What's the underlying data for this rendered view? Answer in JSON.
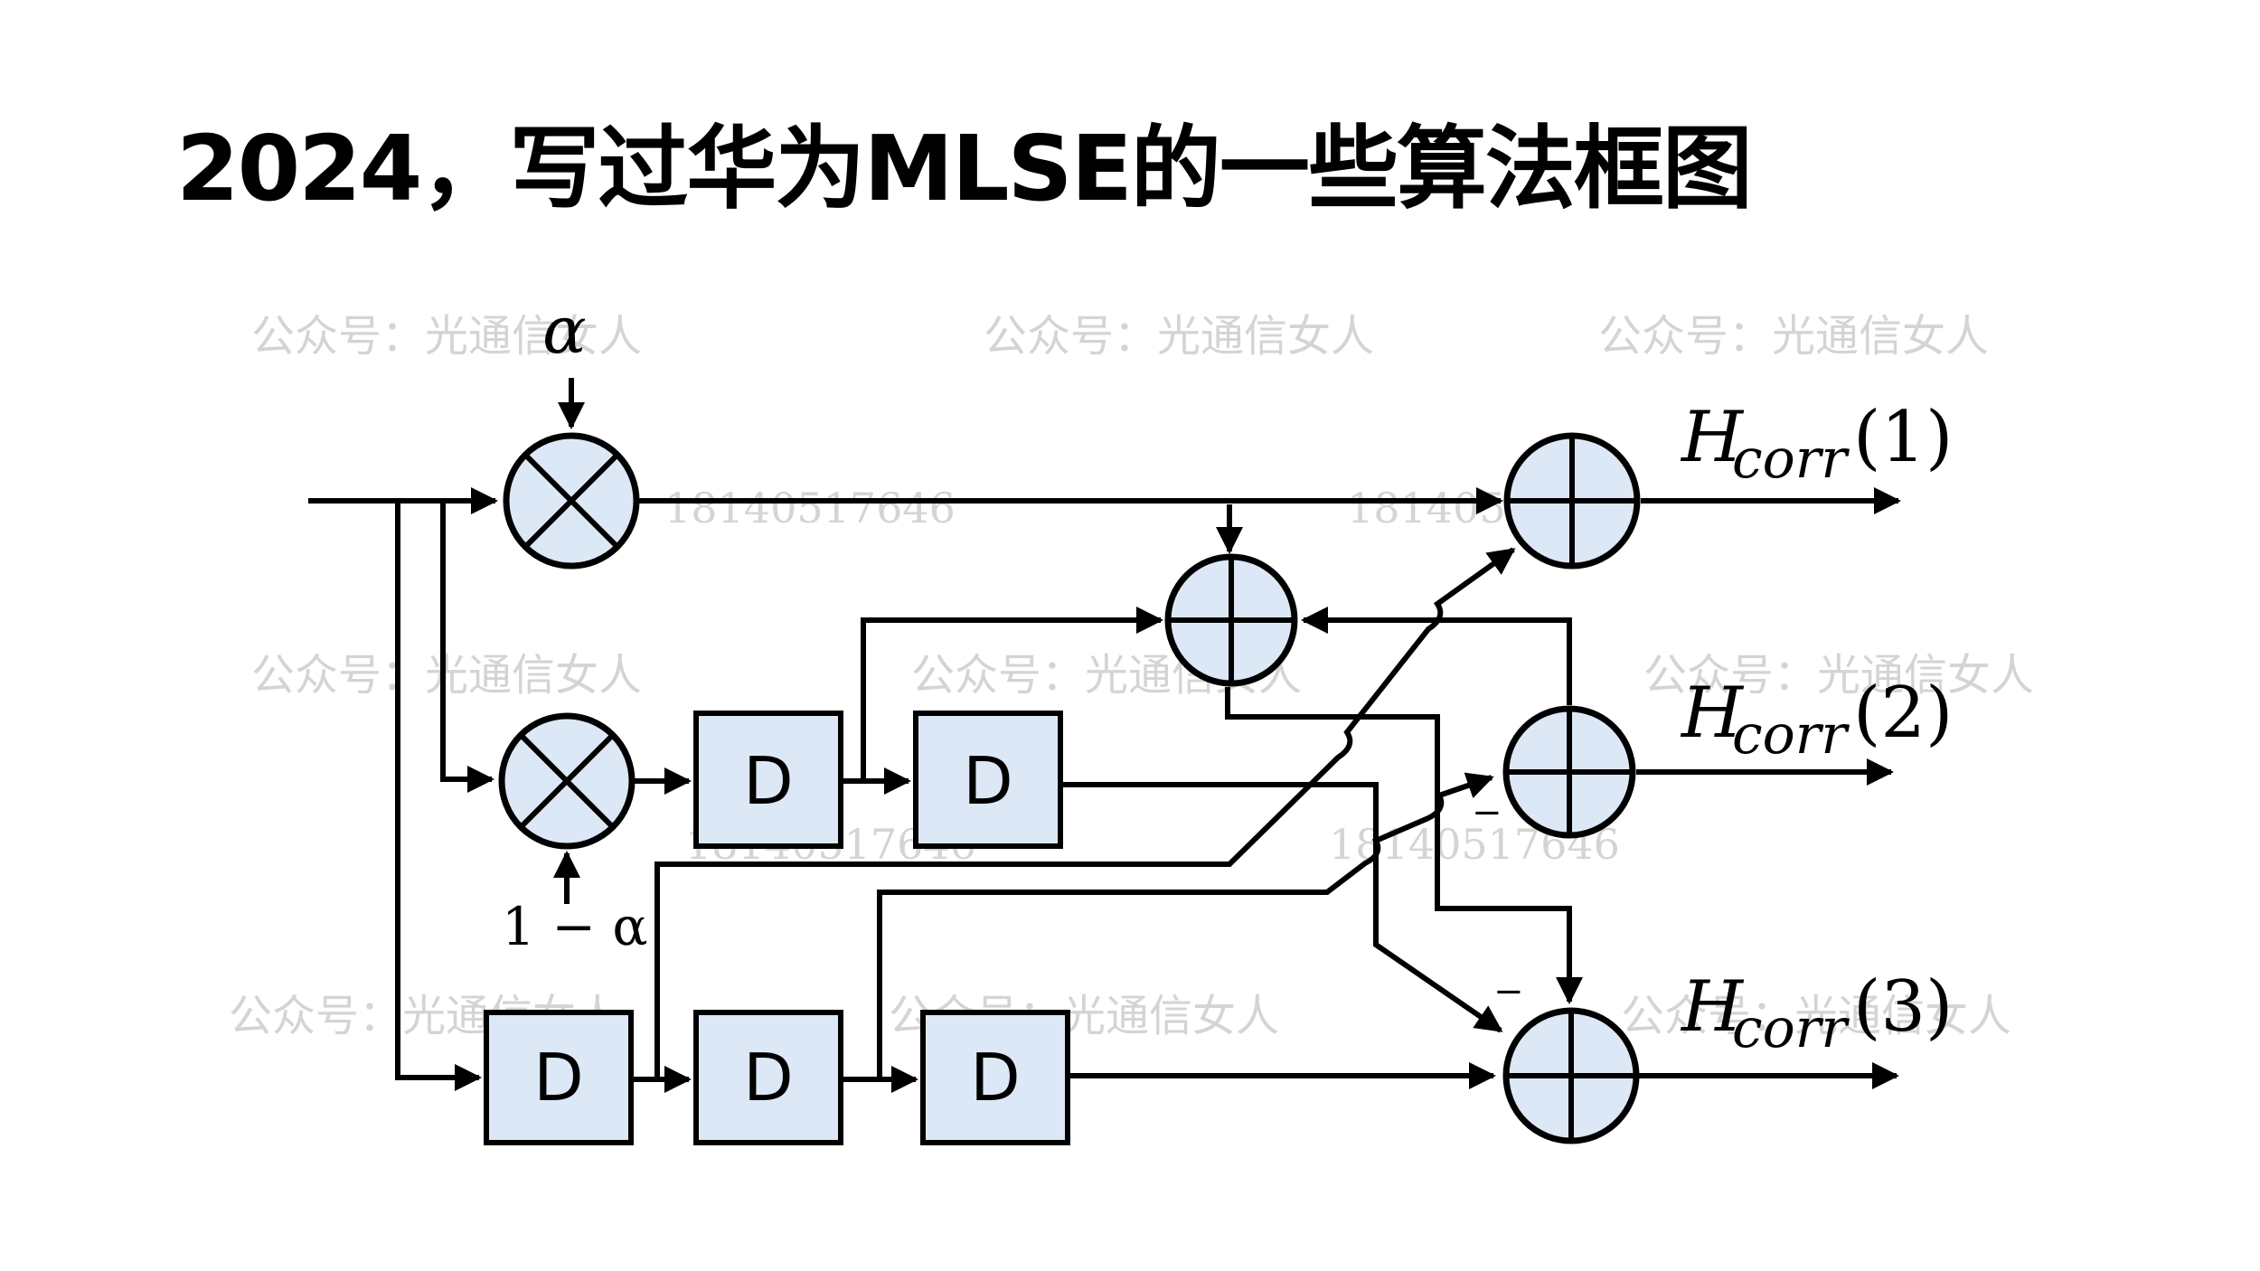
{
  "title": "2024，写过华为MLSE的一些算法框图",
  "watermark": {
    "text": "公众号：光通信女人",
    "number": "18140517646"
  },
  "labels": {
    "alpha": "α",
    "one_minus_alpha": "1 − α",
    "delay": "D",
    "minus": "−",
    "outputs": [
      {
        "base": "H",
        "sub": "corr",
        "arg": "(1)"
      },
      {
        "base": "H",
        "sub": "corr",
        "arg": "(2)"
      },
      {
        "base": "H",
        "sub": "corr",
        "arg": "(3)"
      }
    ]
  },
  "colors": {
    "node_fill": "#dce8f5",
    "line": "#000000",
    "watermark": "#d4d4d4"
  }
}
